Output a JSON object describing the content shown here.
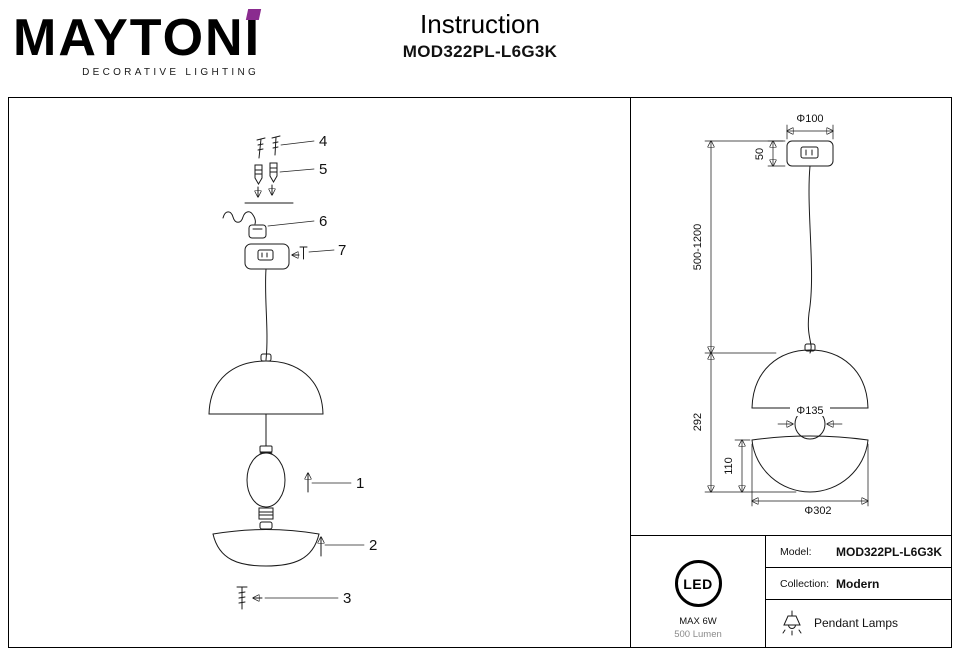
{
  "accent_color": "#8a2b8f",
  "header": {
    "logo_text": "MAYTONI",
    "logo_subtitle": "DECORATIVE LIGHTING",
    "title": "Instruction",
    "model": "MOD322PL-L6G3K"
  },
  "assembly": {
    "labels": {
      "part1": "1",
      "part2": "2",
      "part3": "3",
      "part4": "4",
      "part5": "5",
      "part6": "6",
      "part7": "7"
    }
  },
  "dimensions": {
    "canopy_diameter": "Φ100",
    "canopy_height": "50",
    "suspension_length": "500-1200",
    "body_height": "292",
    "sphere_diameter": "Φ135",
    "bowl_height": "110",
    "shade_diameter": "Φ302"
  },
  "led_badge": {
    "label": "LED",
    "max_power": "MAX 6W",
    "luminous_flux": "500 Lumen"
  },
  "spec_table": {
    "model_label": "Model:",
    "model_value": "MOD322PL-L6G3K",
    "collection_label": "Collection:",
    "collection_value": "Modern",
    "category_value": "Pendant Lamps"
  }
}
